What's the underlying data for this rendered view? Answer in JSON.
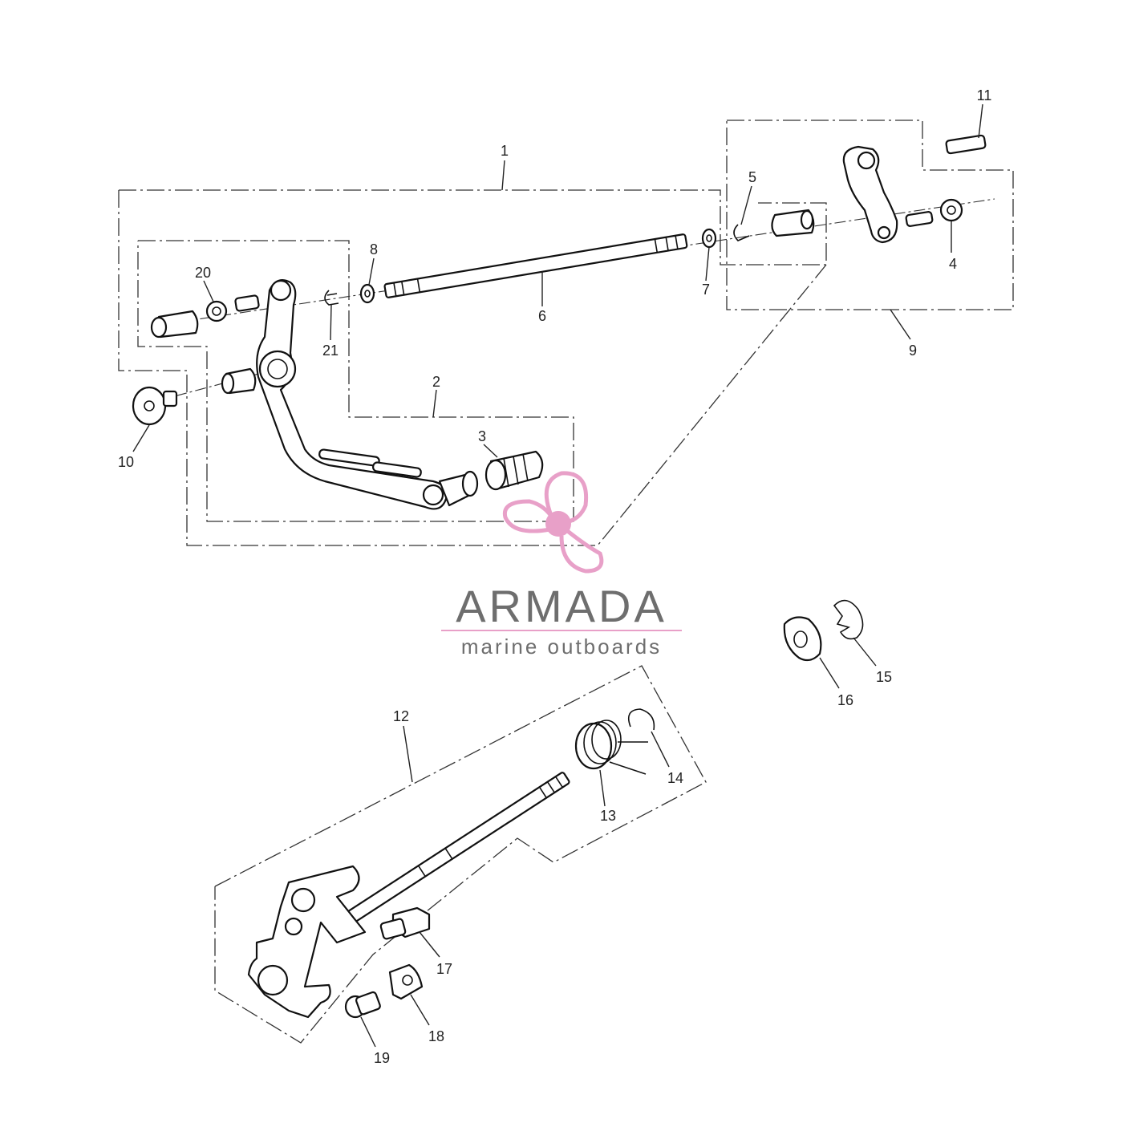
{
  "brand": {
    "name": "ARMADA",
    "tagline": "marine outboards",
    "accent_color": "#e8a0c8",
    "text_color": "#6e6e6e"
  },
  "callouts": [
    "1",
    "2",
    "3",
    "4",
    "5",
    "6",
    "7",
    "8",
    "9",
    "10",
    "11",
    "12",
    "13",
    "14",
    "15",
    "16",
    "17",
    "18",
    "19",
    "20",
    "21"
  ]
}
